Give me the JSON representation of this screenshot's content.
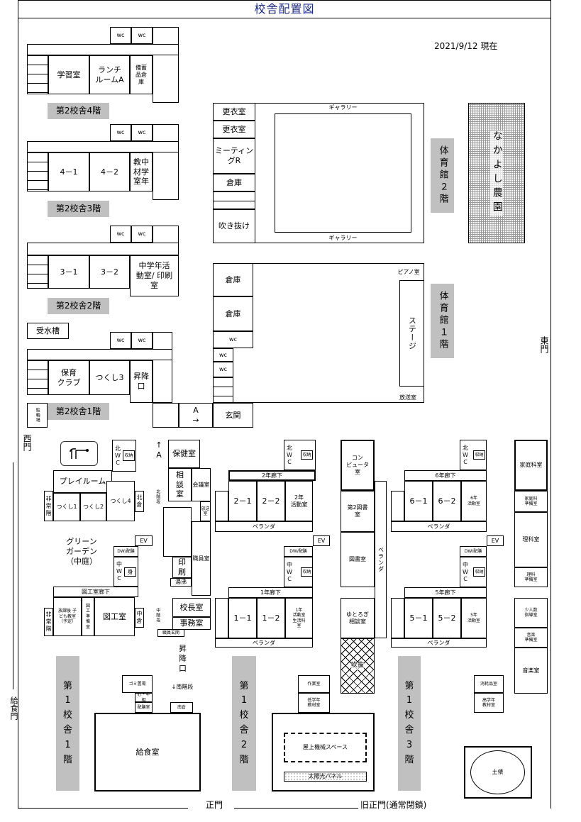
{
  "title": "校舎配置図",
  "date": "2021/9/12 現在",
  "colors": {
    "label_gray": "#c0c0c0",
    "title": "#1a2a8a"
  },
  "gates": {
    "west": "西門",
    "east": "東門",
    "lunch": "給食門",
    "main": "正門",
    "old_main": "旧正門(通常閉鎖)"
  },
  "rooms": {
    "f4wc1": "wc",
    "f4wc2": "wc",
    "f4study": "学習室",
    "f4lunch": "ランチ\nルームA",
    "f4store": "備蓄\n品倉\n庫",
    "f4label": "第2校舎4階",
    "f3wc1": "wc",
    "f3wc2": "wc",
    "f3r41": "4－1",
    "f3r42": "4－2",
    "f3mat": "教中\n材学\n室年",
    "f3label": "第2校舎3階",
    "f2wc1": "wc",
    "f2wc2": "wc",
    "f2r31": "3－1",
    "f2r32": "3－2",
    "f2act": "中学年活\n動室/ 印刷\n室",
    "f2label": "第2校舎2階",
    "tank": "受水槽",
    "f1wc1": "wc",
    "f1wc2": "wc",
    "f1hoiku": "保育\nクラブ",
    "f1tsukushi3": "つくし3",
    "f1entry": "昇降\n口",
    "bike": "駐輪場",
    "f1label": "第2校舎1階",
    "arrowA": "A\n→",
    "genkan": "玄関",
    "g2locker1": "更衣室",
    "g2locker2": "更衣室",
    "g2meeting": "ミーティン\nグR",
    "g2store": "倉庫",
    "g2void": "吹き抜け",
    "gallery_top": "ギャラリー",
    "gallery_bottom": "ギャラリー",
    "g2label": "体育館２階",
    "farm": "なかよし農園",
    "g1store1": "倉庫",
    "g1store2": "倉庫",
    "g1wc": "wc",
    "g1wc2": "wc",
    "g1wc3": "wc",
    "stage": "ステージ",
    "piano": "ピアノ室",
    "broadcast": "放送室",
    "g1label": "体育館１階",
    "aN_wc": "北\nW\nC",
    "aN_st": "収納",
    "play": "プレイルーム",
    "exit1": "非\n常\n階",
    "ts1": "つくし1",
    "ts2": "つくし2",
    "ts4": "つくし4",
    "nkura": "北\n倉",
    "arrowA2": "↑\nA",
    "nstairs": "北階段",
    "health": "保健室",
    "consult": "相\n談\n室",
    "meet": "会議室",
    "bcast2": "放送室",
    "ev1": "EV",
    "dw1": "DW/配膳",
    "aM_wc": "中\nW\nC",
    "mi": "身",
    "garden": "グリーン\nガーデン\n（中庭）",
    "staff": "職員室",
    "print": "印\n刷",
    "boil": "湯沸",
    "zukou_hall": "図工室廊下",
    "exit2": "非\n常\n階",
    "afterschool": "放課後 子\nども教室\n（予定）",
    "zukou_prep": "図\n工\n準\n備\n室",
    "zukou": "図工室",
    "nakakura": "中\n倉",
    "mstairs": "中階段",
    "principal": "校長室",
    "office": "事務室",
    "staff_entry": "職員玄関",
    "shoukou": "昇\n降\n口",
    "sstairs": "↓南階段",
    "garbage": "ゴミ置場",
    "kokoro": "心・年相",
    "haizen": "配膳室",
    "minamikura": "南倉",
    "kitchen": "給食室",
    "b1label": "第\n1\n校\n舎\n1\n階",
    "bN_wc": "北\nW\nC",
    "bN_st": "収納",
    "hall2": "2年廊下",
    "c21": "2－1",
    "c22": "2－2",
    "act2": "2年\n活動室",
    "ver2": "ベランダ",
    "ev2": "EV",
    "dw2": "DW/配膳",
    "bM_wc": "中\nW\nC",
    "bM_st": "収納",
    "hall1": "1年廊下",
    "c11": "1－1",
    "c12": "1－2",
    "act1": "1年\n活動室\n生活科\n室",
    "ver1": "ベランダ",
    "computer": "コン\nピュータ\n室",
    "lib2": "第2図書\n室",
    "lib": "図書室",
    "yutorogi": "ゆとろぎ\n相談室",
    "fukinuke": "吹抜",
    "verv": "ベランダ",
    "work": "作業室",
    "lowmat": "低学年\n教材室",
    "machine": "屋上機械スペース",
    "solar": "太陽光パネル",
    "b2label": "第\n1\n校\n舎\n2\n階",
    "cN_wc": "北\nW\nC",
    "cN_st": "収納",
    "hall6": "6年廊下",
    "c61": "6－1",
    "c62": "6－2",
    "act6": "6年\n活動室",
    "ver6": "ベランダ",
    "ev3": "EV",
    "dw3": "DW/配膳",
    "cM_wc": "中\nW\nC",
    "cM_st": "収納",
    "hall5": "5年廊下",
    "c51": "5－1",
    "c52": "5－2",
    "act5": "5年\n活動室",
    "ver5": "ベランダ",
    "home": "家庭科室",
    "homeprep": "家庭科\n準備室",
    "sci": "理科室",
    "sciprep": "理科\n準備室",
    "small": "少人数\n指導室",
    "musicprep": "音楽\n準備室",
    "music": "音楽室",
    "supply": "消耗品室",
    "highmat": "高学年\n教材室",
    "dohyo": "土俵",
    "b3label": "第\n1\n校\n舎\n3\n階"
  }
}
